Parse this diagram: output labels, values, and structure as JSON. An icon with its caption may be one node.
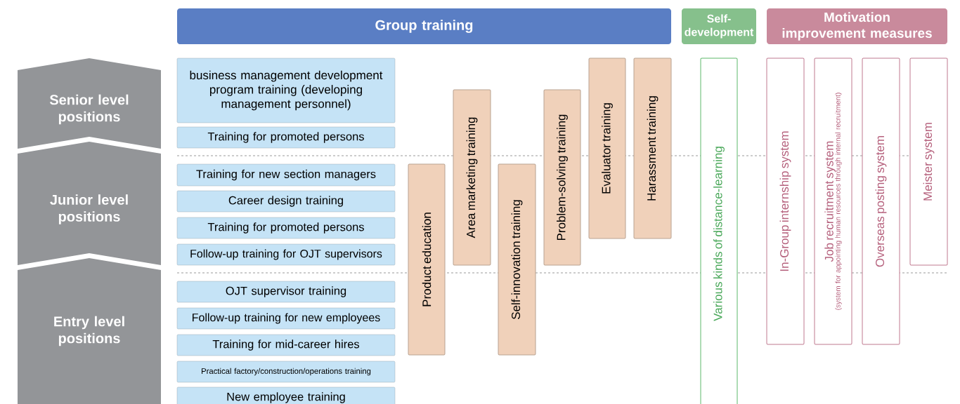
{
  "diagram": {
    "nodes": [
      {
        "text": [
          "Group training"
        ]
      },
      {
        "text": [
          "Self-development"
        ]
      },
      {
        "text": [
          "Motivation improvement measures"
        ]
      },
      {
        "text": [
          "Senior level positions"
        ]
      },
      {
        "text": [
          "Junior level positions"
        ]
      },
      {
        "text": [
          "Entry level positions"
        ]
      },
      {
        "text": [
          "business management development program training (developing management personnel)"
        ]
      },
      {
        "text": [
          "Training for promoted persons"
        ]
      },
      {
        "text": [
          "Training for new section managers"
        ]
      },
      {
        "text": [
          "Career design training"
        ]
      },
      {
        "text": [
          "Training for promoted persons"
        ]
      },
      {
        "text": [
          "Follow-up training for OJT supervisors"
        ]
      },
      {
        "text": [
          "OJT supervisor training"
        ]
      },
      {
        "text": [
          "Follow-up training for new employees"
        ]
      },
      {
        "text": [
          "Training for mid-career hires"
        ]
      },
      {
        "text": [
          "Practical factory/construction/operations training"
        ]
      },
      {
        "text": [
          "New employee training"
        ]
      },
      {
        "text": [
          "Product education"
        ]
      },
      {
        "text": [
          "Area marketing training"
        ]
      },
      {
        "text": [
          "Self-innovation training"
        ]
      },
      {
        "text": [
          "Problem-solving training"
        ]
      },
      {
        "text": [
          "Evaluator training"
        ]
      },
      {
        "text": [
          "Harassment training"
        ]
      },
      {
        "text": [
          "Various kinds of distance-learning"
        ]
      },
      {
        "text": [
          "In-Group internship system"
        ]
      },
      {
        "text": [
          "Job recruitment system",
          "(system for appointing human resources through internal recruitment)"
        ]
      },
      {
        "text": [
          "Overseas posting system"
        ]
      },
      {
        "text": [
          "Meister system"
        ]
      }
    ]
  }
}
